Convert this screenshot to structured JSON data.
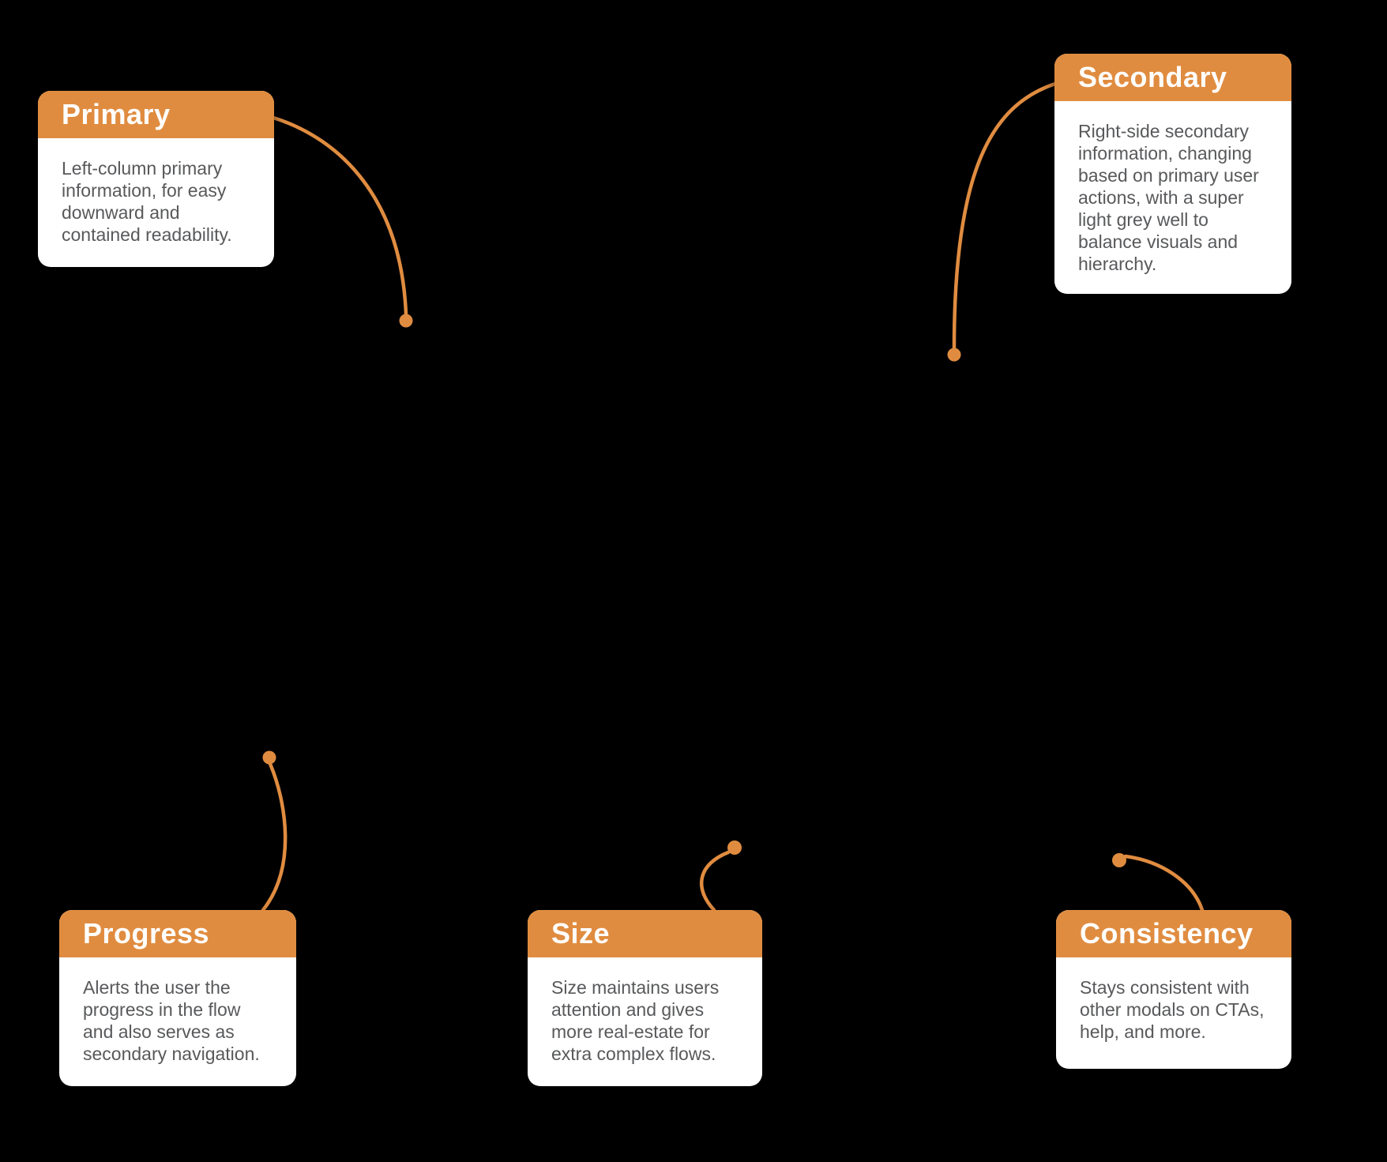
{
  "page": {
    "background": "#000000",
    "accent_orange": "#E08C40",
    "card_background": "#FFFFFF",
    "title_color": "#FFFFFF",
    "body_text_color": "#58595B"
  },
  "cards": [
    {
      "title": "Primary",
      "body": "Left-column primary information, for easy downward and contained readability."
    },
    {
      "title": "Secondary",
      "body": "Right-side secondary information, changing based on primary user actions, with a super light grey well to balance visuals and hierarchy."
    },
    {
      "title": "Progress",
      "body": "Alerts the user the progress in the flow and also serves as secondary navigation."
    },
    {
      "title": "Size",
      "body": "Size maintains users attention and gives more real-estate for extra complex flows."
    },
    {
      "title": "Consistency",
      "body": "Stays consistent with other modals on CTAs, help, and more."
    }
  ]
}
